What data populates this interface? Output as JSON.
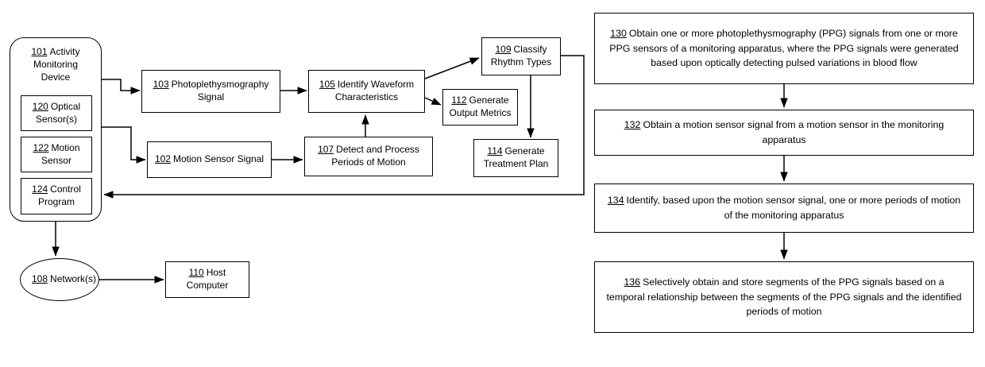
{
  "device": {
    "num": "101",
    "label": "Activity Monitoring Device",
    "children": {
      "optical": {
        "num": "120",
        "label": "Optical Sensor(s)"
      },
      "motion": {
        "num": "122",
        "label": "Motion Sensor"
      },
      "control": {
        "num": "124",
        "label": "Control Program"
      }
    }
  },
  "nodes": {
    "ppg_signal": {
      "num": "103",
      "label": "Photoplethysmography Signal"
    },
    "motion_signal": {
      "num": "102",
      "label": "Motion Sensor Signal"
    },
    "waveform": {
      "num": "105",
      "label": "Identify Waveform Characteristics"
    },
    "detect_motion": {
      "num": "107",
      "label": "Detect and Process Periods of Motion"
    },
    "classify": {
      "num": "109",
      "label": "Classify Rhythm Types"
    },
    "output_metrics": {
      "num": "112",
      "label": "Generate Output Metrics"
    },
    "treatment": {
      "num": "114",
      "label": "Generate Treatment Plan"
    },
    "network": {
      "num": "108",
      "label": "Network(s)"
    },
    "host": {
      "num": "110",
      "label": "Host Computer"
    }
  },
  "flowchart": {
    "steps": [
      {
        "num": "130",
        "text": "Obtain one or more photoplethysmography (PPG) signals from one or more PPG sensors of a monitoring apparatus, where the PPG signals were generated based upon optically detecting pulsed variations in blood flow"
      },
      {
        "num": "132",
        "text": "Obtain a motion sensor signal from a motion sensor in the monitoring apparatus"
      },
      {
        "num": "134",
        "text": "Identify, based upon the motion sensor signal, one or more periods of motion of the monitoring apparatus"
      },
      {
        "num": "136",
        "text": "Selectively obtain and store segments of the PPG signals based on a temporal relationship between the segments of the PPG signals and the identified periods of motion"
      }
    ]
  },
  "colors": {
    "line": "#000000",
    "background": "#ffffff",
    "text": "#000000"
  }
}
